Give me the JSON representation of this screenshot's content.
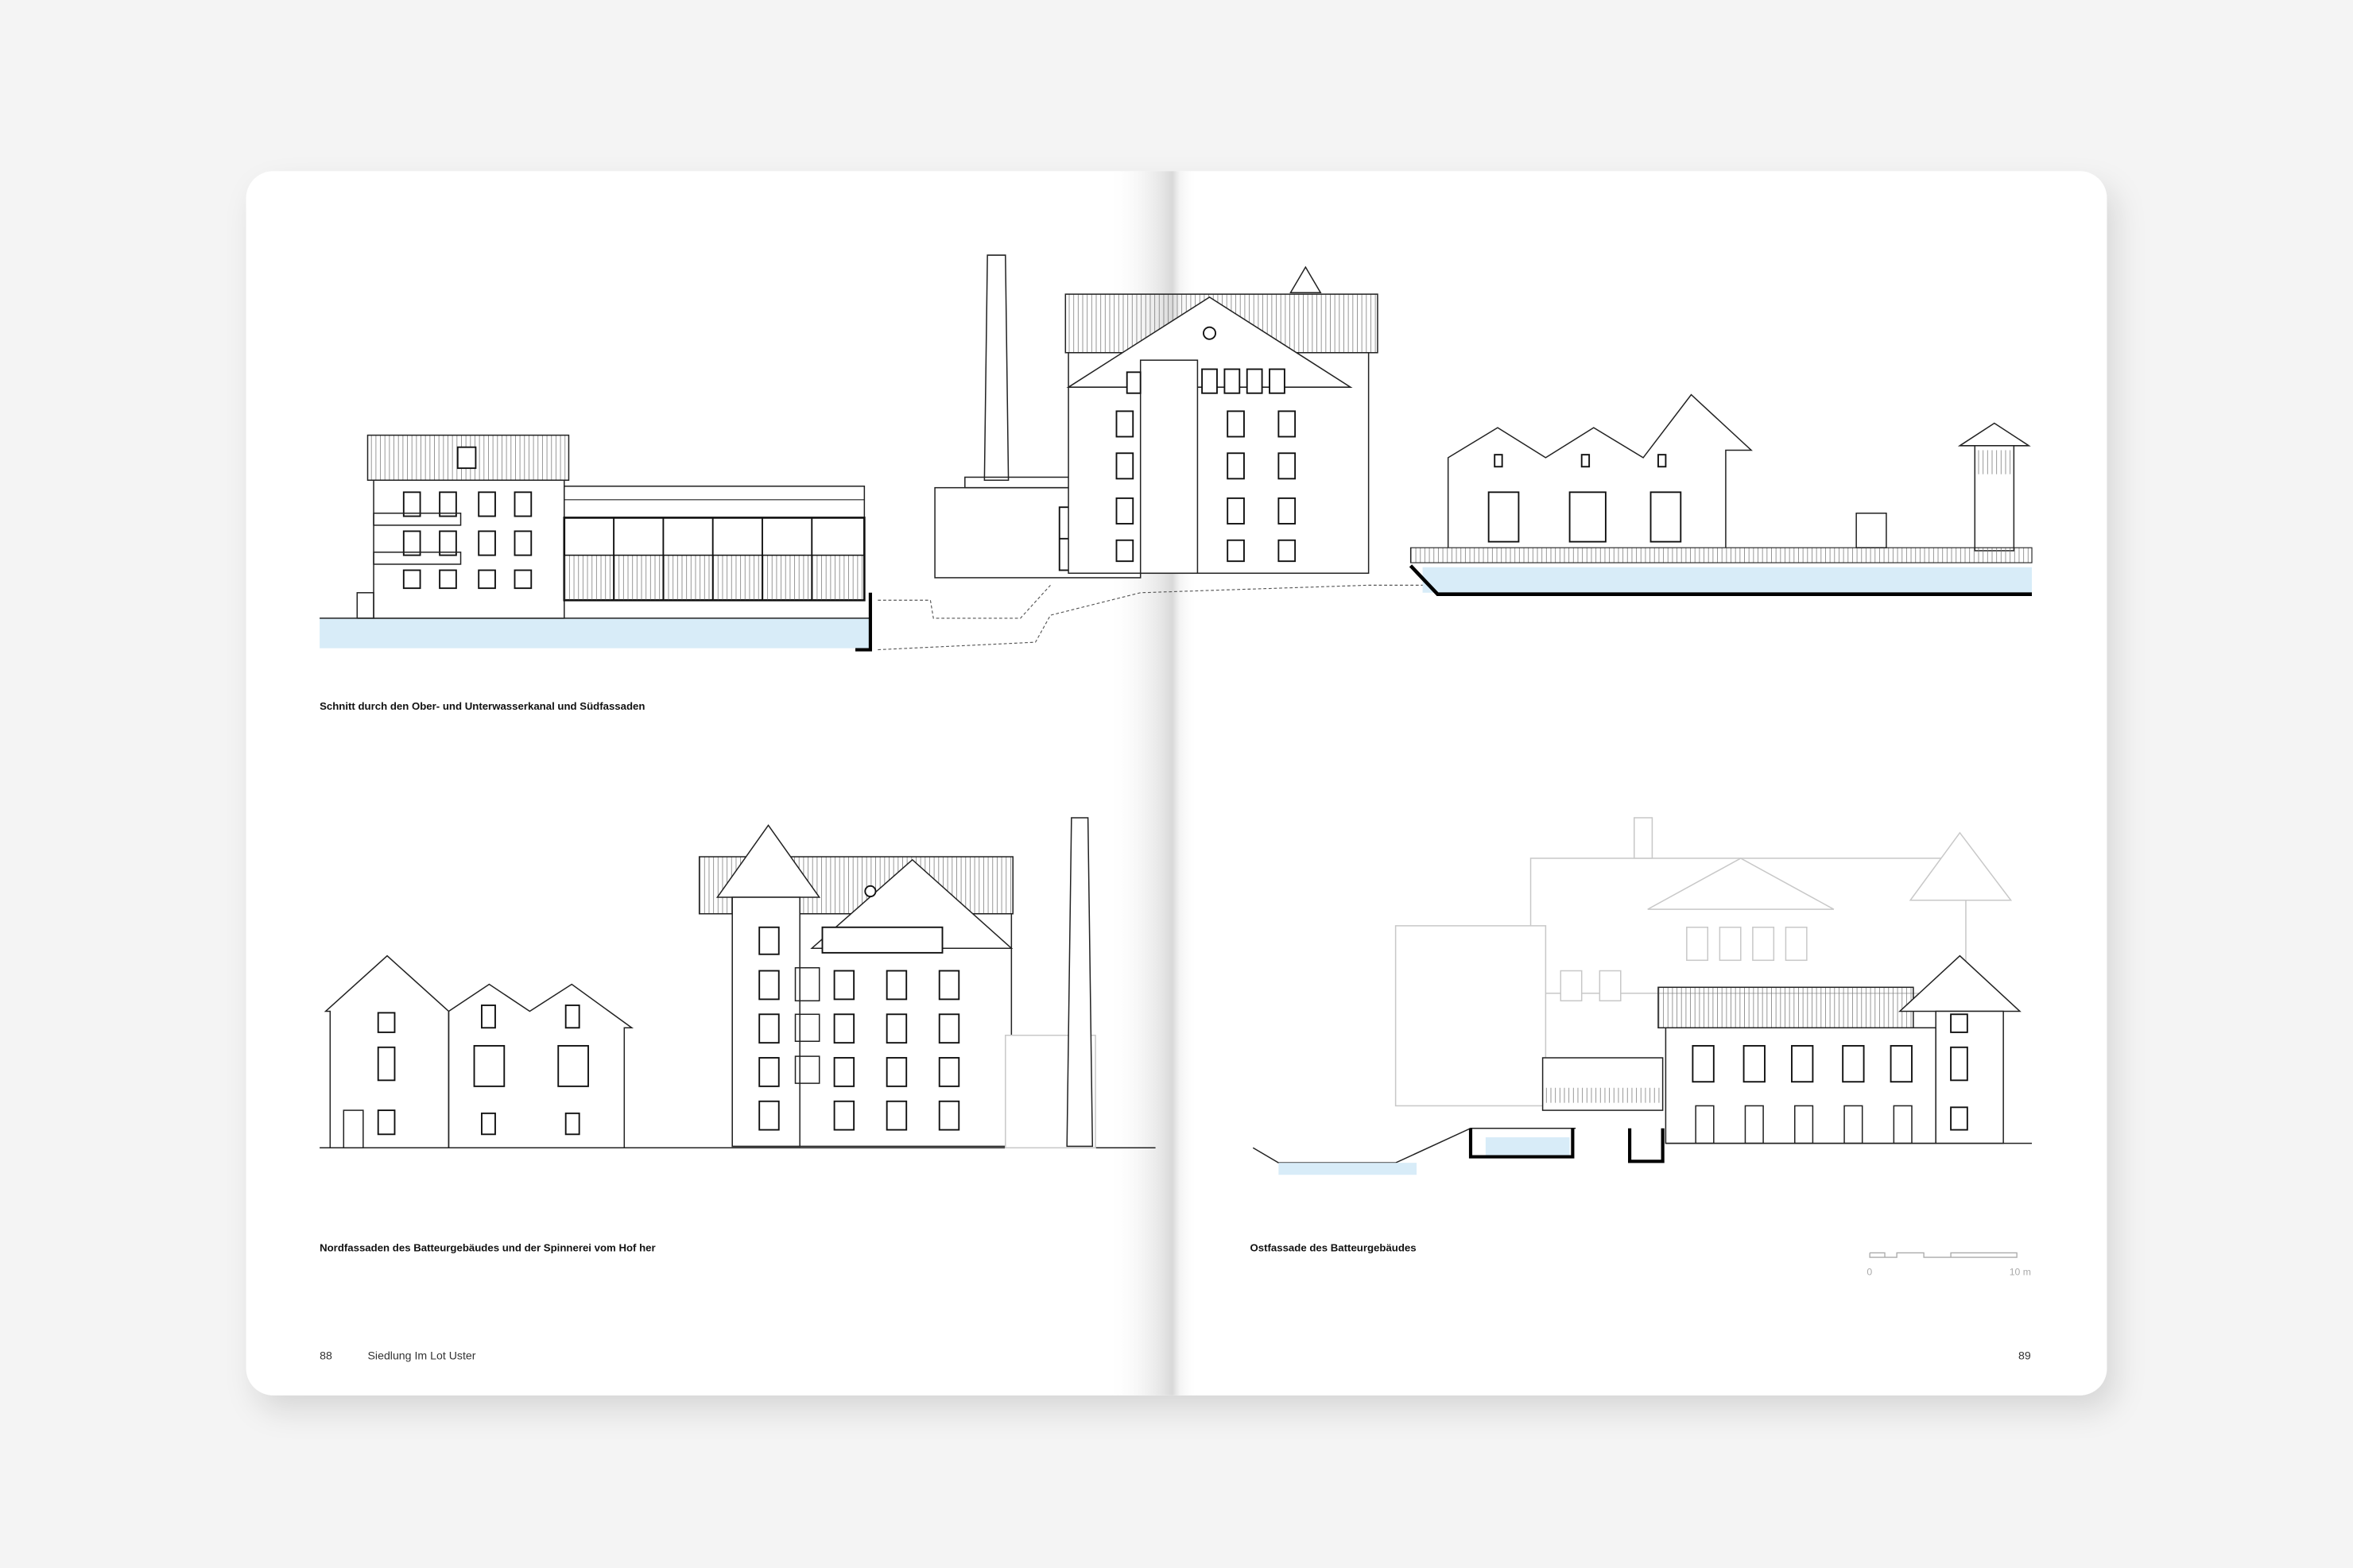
{
  "left_page": {
    "caption_top": "Schnitt durch den Ober- und Unterwasserkanal und Südfassaden",
    "caption_bottom": "Nordfassaden des Batteurgebäudes und der Spinnerei vom Hof her",
    "page_number": "88",
    "running_title": "Siedlung Im Lot Uster"
  },
  "right_page": {
    "caption_bottom": "Ostfassade des Batteurgebäudes",
    "page_number": "89",
    "scale_bar": {
      "start_label": "0",
      "end_label": "10 m"
    }
  },
  "colors": {
    "water": "#d8ecf8",
    "background": "#f4f4f4",
    "page": "#ffffff"
  }
}
